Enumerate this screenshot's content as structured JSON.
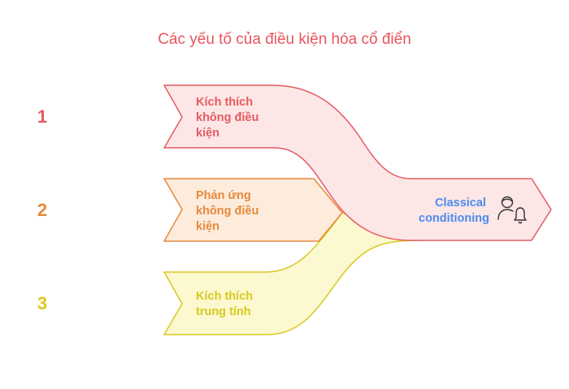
{
  "title": "Các yếu tố của điều kiện hóa cổ điển",
  "colors": {
    "red": "#e35b61",
    "red_fill": "#fde6e6",
    "orange": "#e58a3c",
    "orange_fill": "#fdebdc",
    "yellow": "#d8c91f",
    "yellow_fill": "#fcf8d0",
    "blue": "#4a8cf0"
  },
  "items": [
    {
      "number": "1",
      "lines": [
        "Kích thích",
        "không điều",
        "kiện"
      ]
    },
    {
      "number": "2",
      "lines": [
        "Phản ứng",
        "không điều",
        "kiện"
      ]
    },
    {
      "number": "3",
      "lines": [
        "Kích thích",
        "trung tính"
      ]
    }
  ],
  "target": {
    "lines": [
      "Classical",
      "conditioning"
    ],
    "icon": "person-with-bell-icon"
  }
}
